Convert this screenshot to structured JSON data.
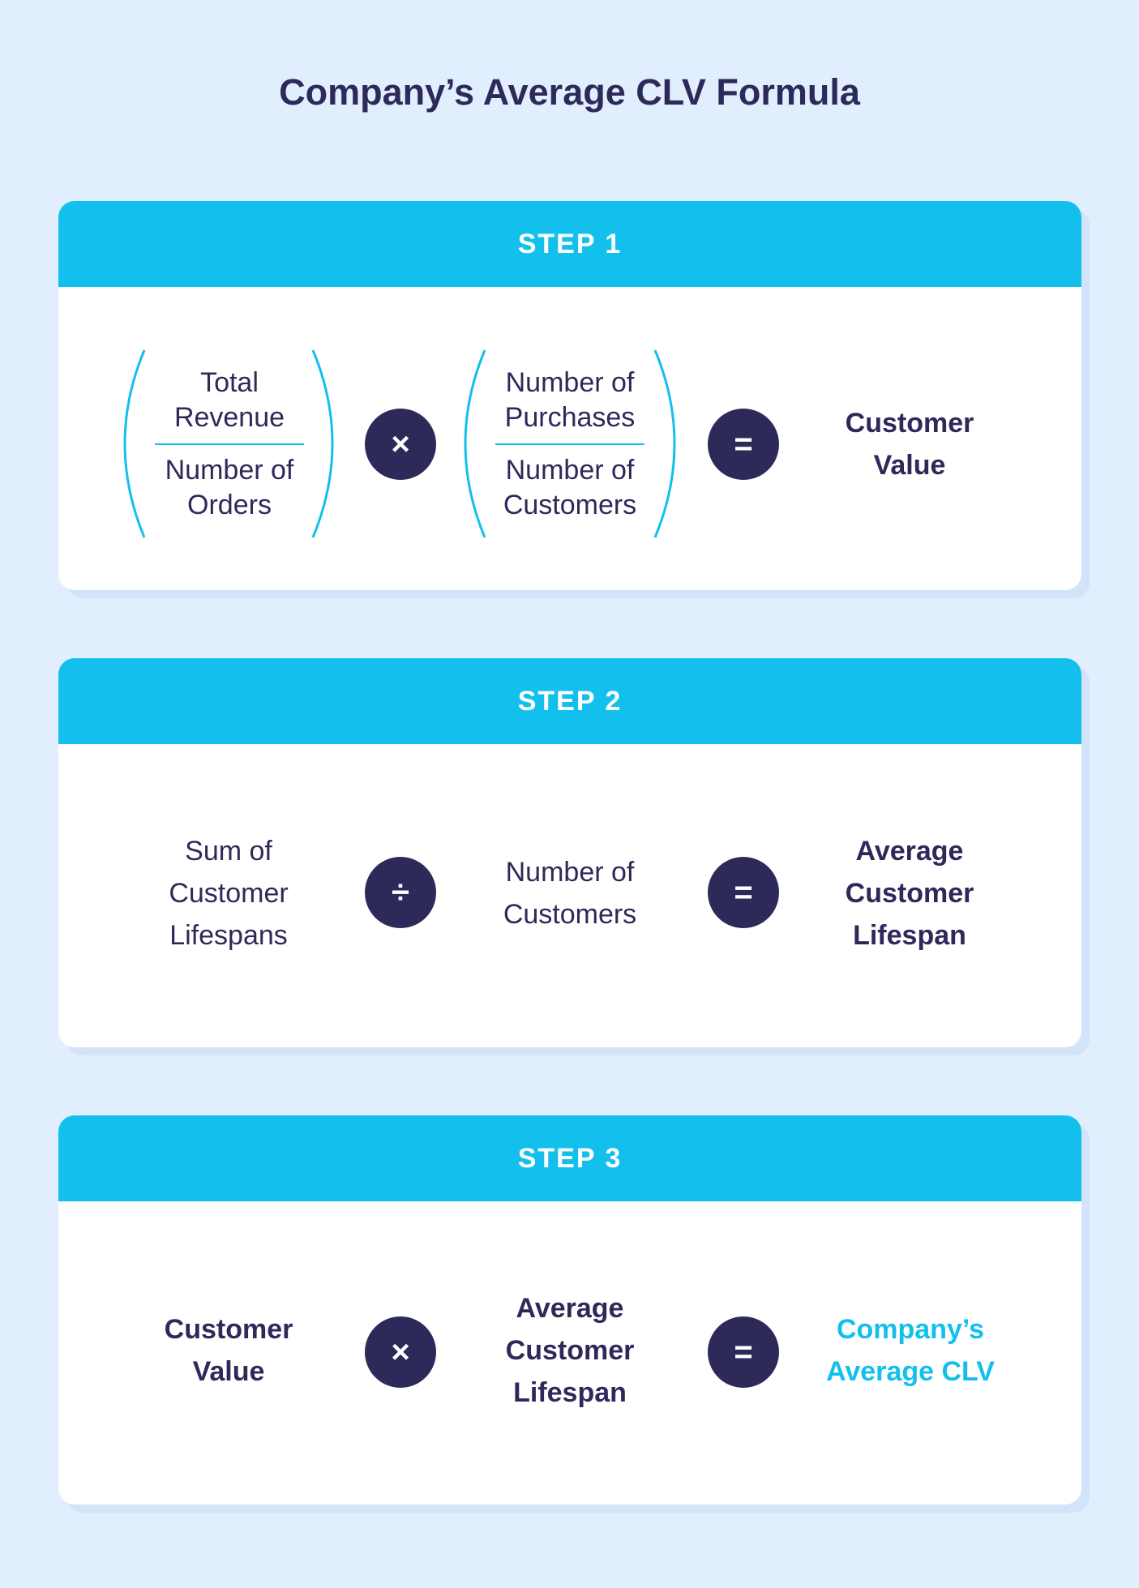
{
  "title": "Company’s Average CLV Formula",
  "colors": {
    "background": "#e1eefd",
    "header": "#13c0ed",
    "operator": "#2d2a5a",
    "text": "#2d2a5a",
    "accent": "#13c0ed"
  },
  "step1": {
    "header": "STEP 1",
    "frac1": {
      "numerator": "Total Revenue",
      "denominator": "Number of Orders"
    },
    "op1": "×",
    "frac2": {
      "numerator": "Number of Purchases",
      "denominator": "Number of Customers"
    },
    "op2": "=",
    "result": "Customer Value"
  },
  "step2": {
    "header": "STEP 2",
    "term1": "Sum of Customer Lifespans",
    "op1": "÷",
    "term2": "Number of Customers",
    "op2": "=",
    "result": "Average Customer Lifespan"
  },
  "step3": {
    "header": "STEP 3",
    "term1": "Customer Value",
    "op1": "×",
    "term2": "Average Customer Lifespan",
    "op2": "=",
    "result": "Company’s Average CLV"
  }
}
